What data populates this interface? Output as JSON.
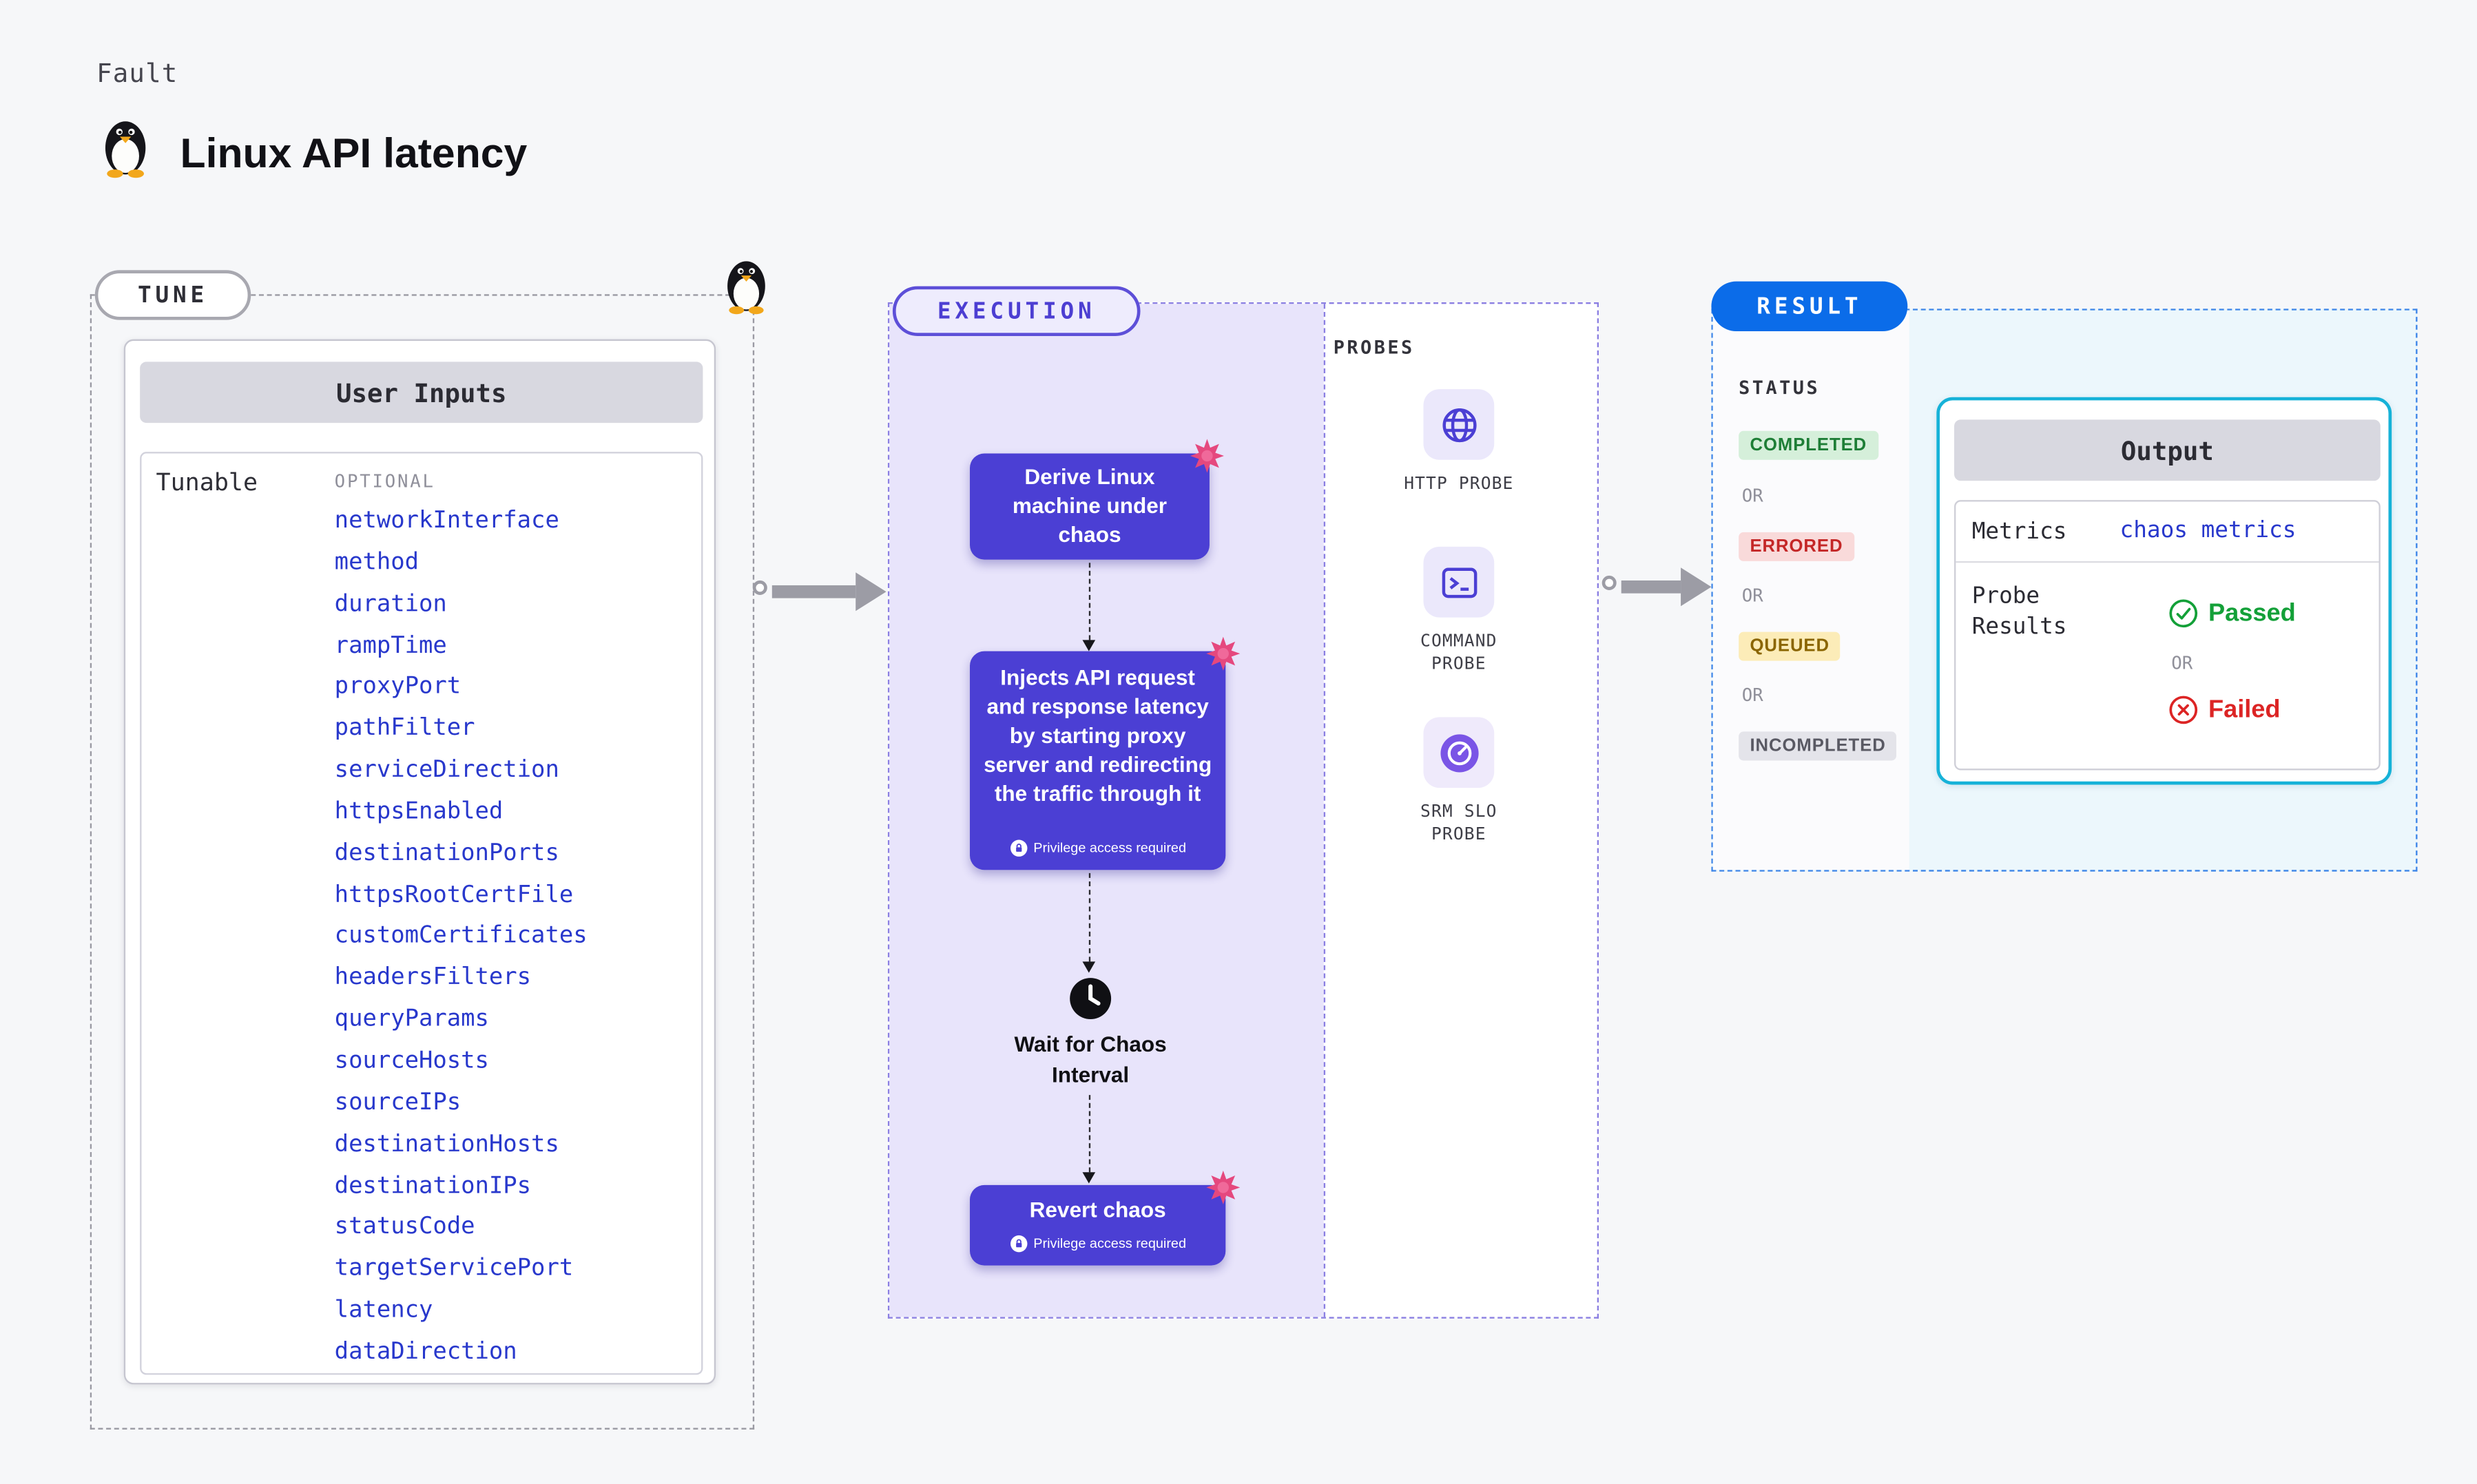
{
  "page": {
    "kicker": "Fault",
    "title": "Linux API latency"
  },
  "tune": {
    "section_label": "TUNE",
    "card_title": "User Inputs",
    "row_label": "Tunable",
    "column_header": "OPTIONAL",
    "tunables": [
      "networkInterface",
      "method",
      "duration",
      "rampTime",
      "proxyPort",
      "pathFilter",
      "serviceDirection",
      "httpsEnabled",
      "destinationPorts",
      "httpsRootCertFile",
      "customCertificates",
      "headersFilters",
      "queryParams",
      "sourceHosts",
      "sourceIPs",
      "destinationHosts",
      "destinationIPs",
      "statusCode",
      "targetServicePort",
      "latency",
      "dataDirection"
    ]
  },
  "execution": {
    "section_label": "EXECUTION",
    "steps": {
      "derive": "Derive Linux machine under chaos",
      "inject": "Injects API request and response latency by starting proxy server and redirecting the traffic through it",
      "wait": "Wait for Chaos Interval",
      "revert": "Revert chaos"
    },
    "privilege_note": "Privilege access required"
  },
  "probes": {
    "section_label": "PROBES",
    "items": [
      {
        "label": "HTTP PROBE",
        "icon": "globe-probe-icon"
      },
      {
        "label": "COMMAND PROBE",
        "icon": "terminal-probe-icon"
      },
      {
        "label": "SRM SLO PROBE",
        "icon": "gauge-probe-icon"
      }
    ]
  },
  "result": {
    "section_label": "RESULT",
    "status": {
      "title": "STATUS",
      "or_label": "OR",
      "items": [
        {
          "label": "COMPLETED",
          "type": "completed"
        },
        {
          "label": "ERRORED",
          "type": "errored"
        },
        {
          "label": "QUEUED",
          "type": "queued"
        },
        {
          "label": "INCOMPLETED",
          "type": "incompleted"
        }
      ]
    },
    "output": {
      "title": "Output",
      "metrics_label": "Metrics",
      "metrics_link": "chaos metrics",
      "probe_results_label": "Probe Results",
      "passed_label": "Passed",
      "or_label": "OR",
      "failed_label": "Failed"
    }
  },
  "icons": {
    "mascot": "tux-penguin-icon",
    "chaos_marker": "chaos-burst-icon",
    "privilege": "lock-icon",
    "wait": "clock-icon",
    "http_probe": "globe-icon",
    "command_probe": "terminal-icon",
    "srm_probe": "gauge-icon",
    "passed": "check-circle-icon",
    "failed": "x-circle-icon"
  },
  "colors": {
    "page_bg": "#f6f7f9",
    "flow_purple": "#4b3fd4",
    "execution_lavender": "#e8e4fb",
    "result_blue_pill": "#0b6ce9",
    "result_bg": "#ecf7fc",
    "output_border_cyan": "#16b2d8",
    "link_blue": "#2838cc",
    "chaos_pink": "#e5487e",
    "completed_green": "#1e7e36",
    "errored_red": "#c42727",
    "queued_amber": "#8a6500",
    "incompleted_gray": "#595963",
    "passed_green": "#13a038",
    "failed_red": "#dc2424"
  }
}
